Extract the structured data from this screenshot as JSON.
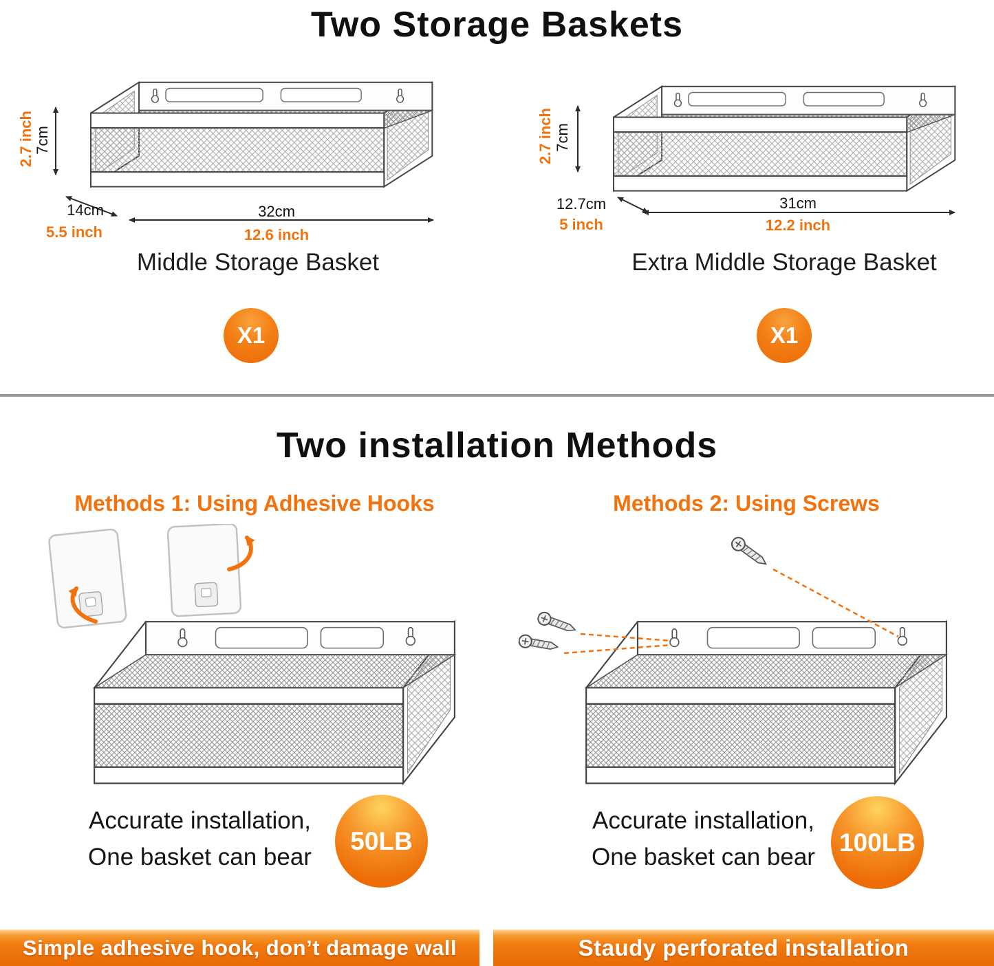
{
  "colors": {
    "accent_orange": "#f2720d",
    "banner_orange": "#ef6c05",
    "text_black": "#101010"
  },
  "section_baskets": {
    "title": "Two Storage Baskets",
    "items": [
      {
        "name": "Middle Storage Basket",
        "quantity": "X1",
        "height": {
          "cm": "7cm",
          "inch": "2.7 inch"
        },
        "depth": {
          "cm": "14cm",
          "inch": "5.5 inch"
        },
        "width": {
          "cm": "32cm",
          "inch": "12.6 inch"
        }
      },
      {
        "name": "Extra Middle Storage Basket",
        "quantity": "X1",
        "height": {
          "cm": "7cm",
          "inch": "2.7 inch"
        },
        "depth": {
          "cm": "12.7cm",
          "inch": "5 inch"
        },
        "width": {
          "cm": "31cm",
          "inch": "12.2 inch"
        }
      }
    ]
  },
  "section_installation": {
    "title": "Two installation Methods",
    "methods": [
      {
        "heading": "Methods 1: Using Adhesive Hooks",
        "note_line1": "Accurate installation,",
        "note_line2": "One basket can bear",
        "capacity": "50LB",
        "banner": "Simple adhesive hook, don’t damage wall"
      },
      {
        "heading": "Methods 2: Using Screws",
        "note_line1": "Accurate installation,",
        "note_line2": "One basket can bear",
        "capacity": "100LB",
        "banner": "Staudy perforated installation"
      }
    ]
  }
}
